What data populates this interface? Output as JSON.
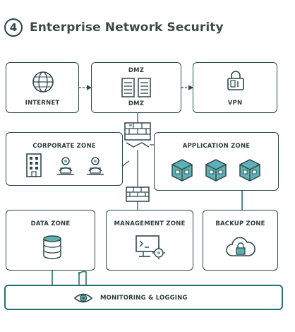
{
  "title": {
    "number": "4",
    "text": "Enterprise Network Security"
  },
  "zones": {
    "internet": "INTERNET",
    "dmz": "DMZ",
    "dmz_sub": "DMZ",
    "vpn": "VPN",
    "corporate": "CORPORATE ZONE",
    "application": "APPLICATION ZONE",
    "data": "DATA ZONE",
    "management": "MANAGEMENT ZONE",
    "backup": "BACKUP ZONE"
  },
  "monitoring": "MONITORING & LOGGING",
  "colors": {
    "stroke": "#2e4747",
    "accent": "#2a6f73",
    "teal_fill": "#5fb0b4",
    "text": "#2e3e3e"
  },
  "icons": [
    "globe-icon",
    "server-icon",
    "lock-icon",
    "building-icon",
    "user-workstation-icon",
    "cube-icon",
    "database-icon",
    "management-console-icon",
    "cloud-lock-icon",
    "eye-icon",
    "firewall-icon"
  ]
}
